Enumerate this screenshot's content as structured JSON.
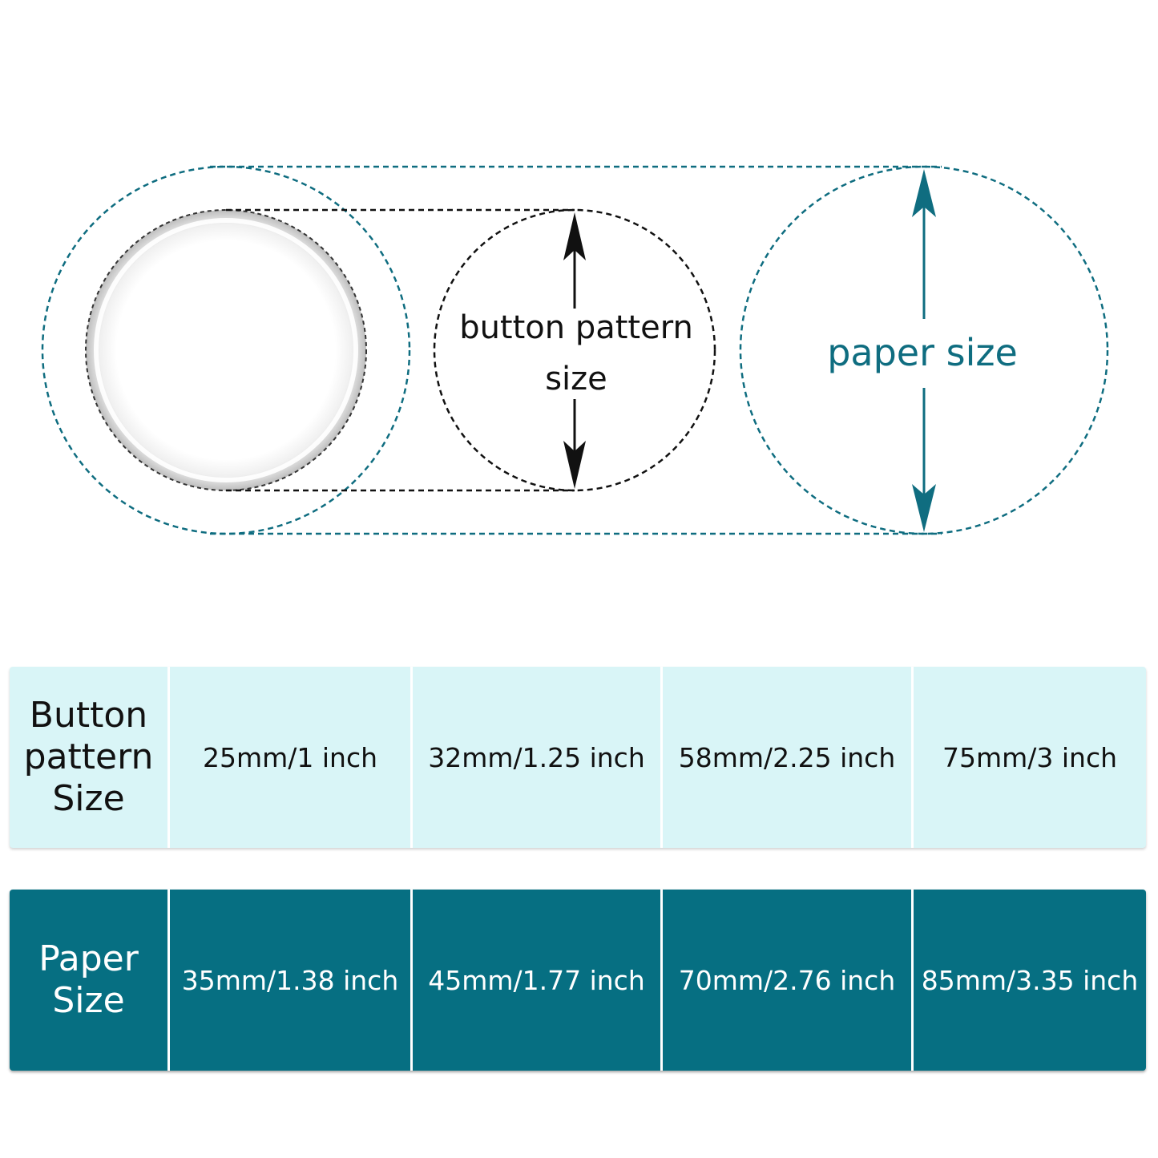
{
  "diagram": {
    "button_label_line1": "button pattern",
    "button_label_line2": "size",
    "paper_label": "paper size",
    "colors": {
      "teal": "#0f6d80",
      "dark": "#111111"
    }
  },
  "table": {
    "button_row": {
      "header": "Button pattern Size",
      "values": [
        "25mm/1 inch",
        "32mm/1.25 inch",
        "58mm/2.25 inch",
        "75mm/3 inch"
      ],
      "background": "#d9f5f7"
    },
    "paper_row": {
      "header": "Paper Size",
      "values": [
        "35mm/1.38 inch",
        "45mm/1.77 inch",
        "70mm/2.76 inch",
        "85mm/3.35 inch"
      ],
      "background": "#066f82"
    }
  }
}
